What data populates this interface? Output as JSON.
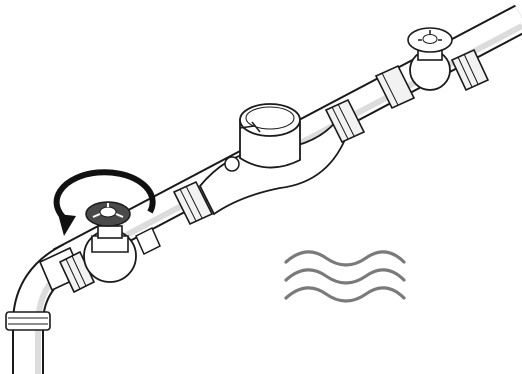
{
  "diagram": {
    "subject": "water-meter-installation",
    "components": [
      {
        "id": "pipe-elbow",
        "icon": "pipe-elbow-icon"
      },
      {
        "id": "main-pipe",
        "icon": "pipe-icon"
      },
      {
        "id": "inlet-valve",
        "icon": "gate-valve-icon",
        "state": "being-turned"
      },
      {
        "id": "water-meter",
        "icon": "water-meter-icon"
      },
      {
        "id": "outlet-valve",
        "icon": "gate-valve-icon"
      },
      {
        "id": "water-flow",
        "icon": "wavy-lines-icon"
      }
    ],
    "rotation_arrow": {
      "icon": "rotate-arrow-icon",
      "direction": "counter-clockwise"
    },
    "colors": {
      "outline": "#1a1a1a",
      "pipe_fill": "#ffffff",
      "pipe_shade": "#d9d9d9",
      "handle": "#4a4a4a",
      "arrow": "#111111",
      "waves": "#7a7a7a"
    }
  }
}
